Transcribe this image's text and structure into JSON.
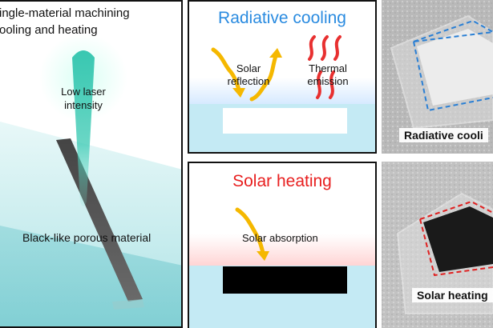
{
  "left_panel": {
    "title_line1": "ingle-material machining",
    "title_line2": "ooling and heating",
    "laser_label_line1": "Low laser",
    "laser_label_line2": "intensity",
    "material_label": "Black-like porous material"
  },
  "radiative_panel": {
    "title": "Radiative cooling",
    "solar_label_line1": "Solar",
    "solar_label_line2": "reflection",
    "thermal_label_line1": "Thermal",
    "thermal_label_line2": "emission"
  },
  "heating_panel": {
    "title": "Solar heating",
    "absorption_label": "Solar absorption"
  },
  "photos": {
    "top_caption": "Radiative cooli",
    "bottom_caption": "Solar heating"
  },
  "colors": {
    "cooling_title": "#2a8be0",
    "heating_title": "#e82020",
    "solar_arrow": "#f5b800",
    "thermal_arrow": "#e83030",
    "substrate": "#bfe8f2",
    "beam": "#3cc7b0",
    "dashed_blue": "#2a7fd4",
    "dashed_red": "#e02020"
  },
  "icons": [
    "solar-arrow-icon",
    "thermal-emission-icon",
    "laser-beam-icon"
  ]
}
